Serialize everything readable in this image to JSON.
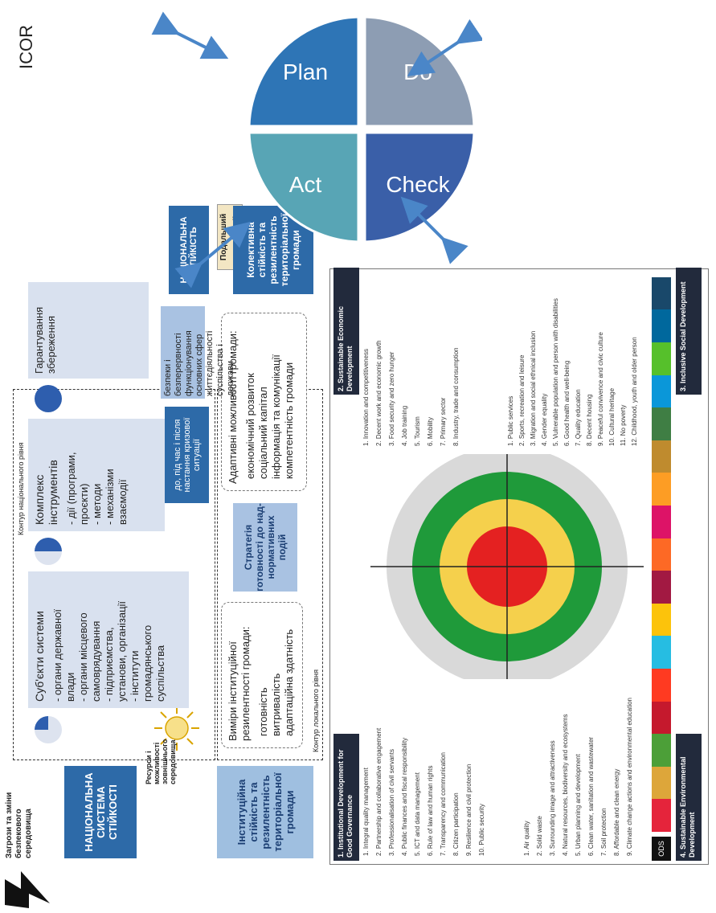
{
  "icor": {
    "title": "ICOR",
    "quadrants": [
      {
        "label": "Plan",
        "color": "#2e75b6"
      },
      {
        "label": "Do",
        "color": "#8d9db3"
      },
      {
        "label": "Check",
        "color": "#3a5fa8"
      },
      {
        "label": "Act",
        "color": "#58a5b5"
      }
    ]
  },
  "resilience": {
    "threats": "Загрози та зміни безпекового середовища",
    "resources": "Ресурси і можливості зовнішнього середовища",
    "national_system": "НАЦІОНАЛЬНА СИСТЕМА СТІЙКОСТІ",
    "national_contour": "Контур національного рівня",
    "local_contour": "Контур локального рівня",
    "national_resilience": "НАЦІОНАЛЬНА СТІЙКІСТЬ",
    "further_development": "Подальший керований розвиток",
    "subjects": {
      "title": "Суб'єкти системи",
      "items": [
        "- органи державної влади",
        "- органи місцевого самоврядування",
        "- підприємства, установи, організації",
        "- інститути громадянського суспільства"
      ]
    },
    "instruments": {
      "title": "Комплекс інструментів",
      "items": [
        "- дії (програми, проєкти)",
        "- методи",
        "- механізми взаємодії"
      ]
    },
    "guarantee": {
      "title": "Гарантування збереження",
      "body": "безпеки і безперервності функціонування основних сфер життєдіяльності суспільства і держави",
      "crisis": "до, під час і після настання кризової ситуації"
    },
    "institutional": "Інституційна стійкість та резилентність територіальної громади",
    "collective": "Колективна стійкість та резилентність територіальної громади",
    "measures": {
      "title": "Виміри інституційної резилентності громади:",
      "items": [
        "готовність",
        "витривалість",
        "адаптаційна здатність"
      ]
    },
    "strategy": "Стратегія готовності до над-нормативних подій",
    "adaptive": {
      "title": "Адаптивні можливості громади:",
      "items": [
        "економічний розвиток",
        "соціальний капітал",
        "інформація та комунікації",
        "компетентність громади"
      ]
    }
  },
  "sdg_wheel": {
    "categories": [
      "1. Institutional Development for Good Governance",
      "2. Sustainable Economic Development",
      "3. Inclusive Social Development",
      "4. Sustainable Environmental Development"
    ],
    "governance": [
      "1. Integral quality management",
      "2. Partnership and collaborative engagement",
      "3. Professionalisation of civil servants",
      "4. Public finances and fiscal responsibility",
      "5. ICT and data management",
      "6. Rule of law and human rights",
      "7. Transparency and communication",
      "8. Citizen participation",
      "9. Resilience and civil protection",
      "10. Public security"
    ],
    "economic": [
      "1. Innovation and competitiveness",
      "2. Decent work and economic growth",
      "3. Food security and zero hunger",
      "4. Job training",
      "5. Tourism",
      "6. Mobility",
      "7. Primary sector",
      "8. Industry, trade and consumption"
    ],
    "social": [
      "1. Public services",
      "2. Sports, recreation and leisure",
      "3. Migration and social ethnical inclusion",
      "4. Gender equality",
      "5. Vulnerable population and person with disabilities",
      "6. Good health and well-being",
      "7. Quality education",
      "8. Decent housing",
      "9. Peaceful convivence and civic culture",
      "10. Cultural heritage",
      "11. No poverty",
      "12. Childhood, youth and older person"
    ],
    "environment": [
      "1. Air quality",
      "2. Solid waste",
      "3. Surrounding image and attractiveness",
      "4. Natural resources, biodiversity and ecosystems",
      "5. Urban planning and development",
      "6. Clean water, sanitation and wastewater",
      "7. Soil protection",
      "8. Affordable and clean energy",
      "9. Climate change actions and environmental education"
    ],
    "ods_label": "ODS",
    "sdg_colors": [
      "#e5243b",
      "#dda63a",
      "#4c9f38",
      "#c5192d",
      "#ff3a21",
      "#26bde2",
      "#fcc30b",
      "#a21942",
      "#fd6925",
      "#dd1367",
      "#fd9d24",
      "#bf8b2e",
      "#3f7e44",
      "#0a97d9",
      "#56c02b",
      "#00689d",
      "#19486a"
    ],
    "rings": [
      "#d9d9d9",
      "#1f9a3a",
      "#f5d04c",
      "#e42121"
    ]
  }
}
